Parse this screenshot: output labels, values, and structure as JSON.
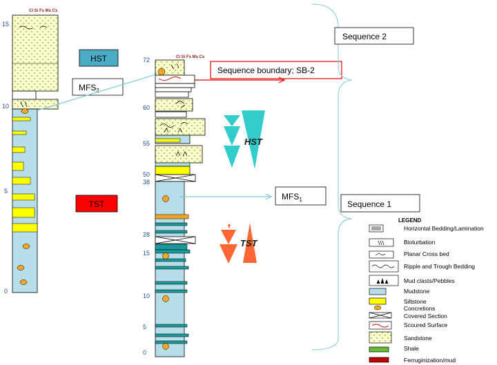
{
  "column_header": "Cl Si Fs Ms Cs",
  "left_ticks": [
    "15",
    "10",
    "5",
    "0"
  ],
  "right_ticks_upper": [
    "72",
    "60",
    "55",
    "50"
  ],
  "right_ticks_lower": [
    "38",
    "28",
    "15",
    "10",
    "5",
    "0"
  ],
  "labels": {
    "hst_box": "HST",
    "tst_box": "TST",
    "mfs2": "MFS",
    "mfs2_sub": "2",
    "mfs1": "MFS",
    "mfs1_sub": "1",
    "sb2": "Sequence boundary; SB-2",
    "sequence2": "Sequence 2",
    "sequence1": "Sequence 1",
    "hst_triangle": "HST",
    "tst_triangle": "TST"
  },
  "legend": {
    "title": "LEGEND",
    "items": [
      "Horizontal Bedding/Lamination",
      "Bioturbation",
      "Planar Cross bed",
      "Ripple and Trough Bedding",
      "Mud clasts/Pebbles",
      "Mudstone",
      "Siltstone",
      "Concretions",
      "Covered Section",
      "Scoured Surface",
      "Sandstone",
      "Shale",
      "Ferruginization/mud"
    ]
  },
  "colors": {
    "mudstone": "#b7dde8",
    "siltstone": "#ffff00",
    "sandstone": "#ffffcc",
    "shale": "#1a9a9a",
    "concretion": "#f5a623",
    "hst_box": "#4bacc6",
    "tst_box": "#ff0000",
    "hst_triangle": "#33cccc",
    "tst_triangle": "#ff6633",
    "sb_red": "#e00000",
    "bracket": "#9dd3e0",
    "ferruginization": "#c00000",
    "shale_legend": "#66bb33",
    "axis_text": "#1f4e9a"
  }
}
